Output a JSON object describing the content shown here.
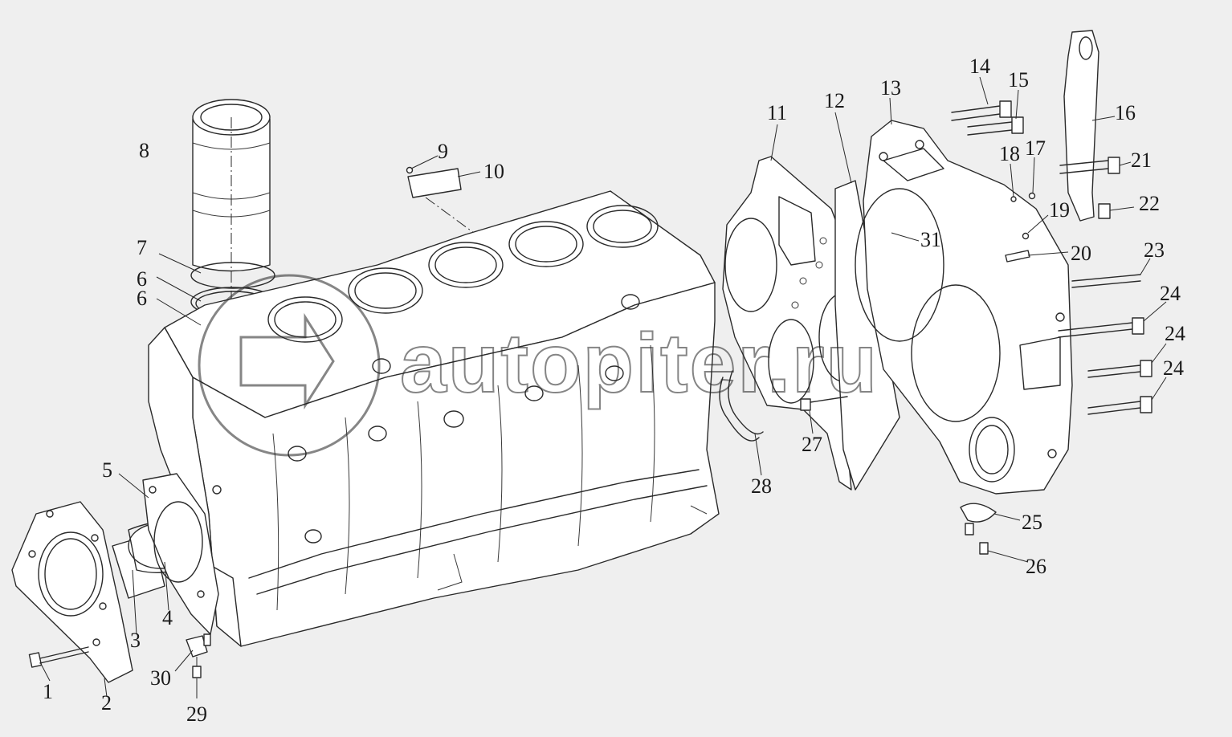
{
  "watermark": {
    "text": "autopiter.ru"
  },
  "callouts": [
    {
      "id": "1",
      "label": "1"
    },
    {
      "id": "2",
      "label": "2"
    },
    {
      "id": "3",
      "label": "3"
    },
    {
      "id": "4",
      "label": "4"
    },
    {
      "id": "5",
      "label": "5"
    },
    {
      "id": "6a",
      "label": "6"
    },
    {
      "id": "6b",
      "label": "6"
    },
    {
      "id": "7",
      "label": "7"
    },
    {
      "id": "8",
      "label": "8"
    },
    {
      "id": "9",
      "label": "9"
    },
    {
      "id": "10",
      "label": "10"
    },
    {
      "id": "11",
      "label": "11"
    },
    {
      "id": "12",
      "label": "12"
    },
    {
      "id": "13",
      "label": "13"
    },
    {
      "id": "14",
      "label": "14"
    },
    {
      "id": "15",
      "label": "15"
    },
    {
      "id": "16",
      "label": "16"
    },
    {
      "id": "17",
      "label": "17"
    },
    {
      "id": "18",
      "label": "18"
    },
    {
      "id": "19",
      "label": "19"
    },
    {
      "id": "20",
      "label": "20"
    },
    {
      "id": "21",
      "label": "21"
    },
    {
      "id": "22",
      "label": "22"
    },
    {
      "id": "23",
      "label": "23"
    },
    {
      "id": "24a",
      "label": "24"
    },
    {
      "id": "24b",
      "label": "24"
    },
    {
      "id": "24c",
      "label": "24"
    },
    {
      "id": "25",
      "label": "25"
    },
    {
      "id": "26",
      "label": "26"
    },
    {
      "id": "27",
      "label": "27"
    },
    {
      "id": "28",
      "label": "28"
    },
    {
      "id": "29",
      "label": "29"
    },
    {
      "id": "30",
      "label": "30"
    },
    {
      "id": "31",
      "label": "31"
    }
  ]
}
